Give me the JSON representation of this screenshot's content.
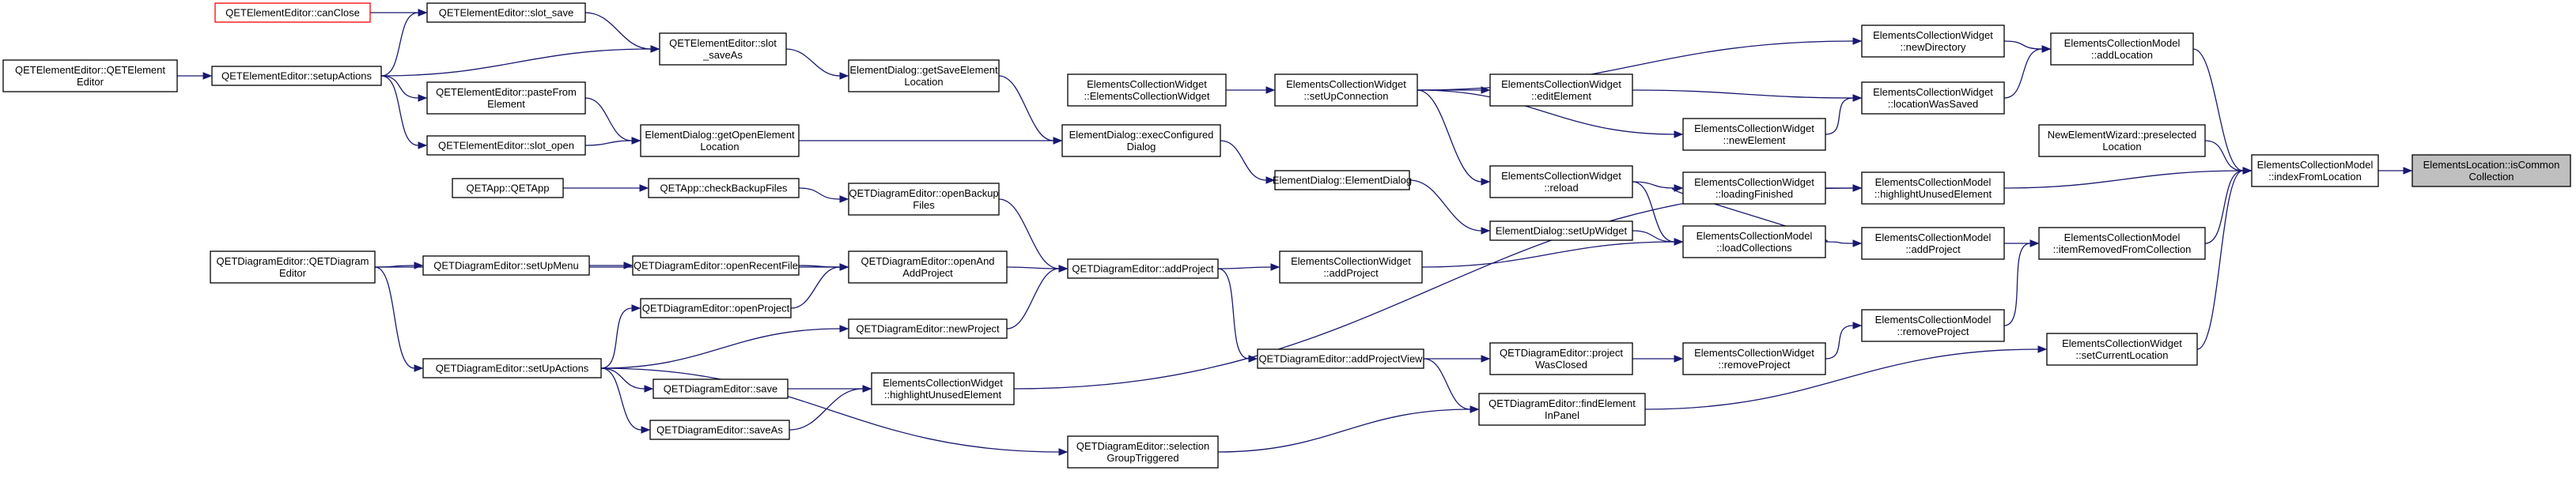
{
  "nodes": [
    {
      "id": "root",
      "lines": [
        "ElementsLocation::isCommon",
        "Collection"
      ]
    },
    {
      "id": "ecm_index",
      "lines": [
        "ElementsCollectionModel",
        "::indexFromLocation"
      ]
    },
    {
      "id": "ecm_addloc",
      "lines": [
        "ElementsCollectionModel",
        "::addLocation"
      ]
    },
    {
      "id": "new_wiz",
      "lines": [
        "NewElementWizard::preselected",
        "Location"
      ]
    },
    {
      "id": "ecm_highlight",
      "lines": [
        "ElementsCollectionModel",
        "::highlightUnusedElement"
      ]
    },
    {
      "id": "ecm_itemremoved",
      "lines": [
        "ElementsCollectionModel",
        "::itemRemovedFromCollection"
      ]
    },
    {
      "id": "ecw_setcurrent",
      "lines": [
        "ElementsCollectionWidget",
        "::setCurrentLocation"
      ]
    },
    {
      "id": "ecw_newdir",
      "lines": [
        "ElementsCollectionWidget",
        "::newDirectory"
      ]
    },
    {
      "id": "ecw_locsaved",
      "lines": [
        "ElementsCollectionWidget",
        "::locationWasSaved"
      ]
    },
    {
      "id": "ecw_loadfinished",
      "lines": [
        "ElementsCollectionWidget",
        "::loadingFinished"
      ]
    },
    {
      "id": "ecm_addproject",
      "lines": [
        "ElementsCollectionModel",
        "::addProject"
      ]
    },
    {
      "id": "ecm_removeproject",
      "lines": [
        "ElementsCollectionModel",
        "::removeProject"
      ]
    },
    {
      "id": "ecw_editelem",
      "lines": [
        "ElementsCollectionWidget",
        "::editElement"
      ]
    },
    {
      "id": "ecw_newelem",
      "lines": [
        "ElementsCollectionWidget",
        "::newElement"
      ]
    },
    {
      "id": "ecw_reload",
      "lines": [
        "ElementsCollectionWidget",
        "::reload"
      ]
    },
    {
      "id": "ecm_loadcoll",
      "lines": [
        "ElementsCollectionModel",
        "::loadCollections"
      ]
    },
    {
      "id": "ecw_removeproject",
      "lines": [
        "ElementsCollectionWidget",
        "::removeProject"
      ]
    },
    {
      "id": "ecw_setupconn",
      "lines": [
        "ElementsCollectionWidget",
        "::setUpConnection"
      ]
    },
    {
      "id": "ed_elemdialog",
      "lines": [
        "ElementDialog::ElementDialog"
      ]
    },
    {
      "id": "ed_setupwidget",
      "lines": [
        "ElementDialog::setUpWidget"
      ]
    },
    {
      "id": "ecw_addproject",
      "lines": [
        "ElementsCollectionWidget",
        "::addProject"
      ]
    },
    {
      "id": "qde_projclosed",
      "lines": [
        "QETDiagramEditor::project",
        "WasClosed"
      ]
    },
    {
      "id": "qde_findelem",
      "lines": [
        "QETDiagramEditor::findElement",
        "InPanel"
      ]
    },
    {
      "id": "ecw_ctor",
      "lines": [
        "ElementsCollectionWidget",
        "::ElementsCollectionWidget"
      ]
    },
    {
      "id": "ed_execdialog",
      "lines": [
        "ElementDialog::execConfigured",
        "Dialog"
      ]
    },
    {
      "id": "qde_addproject",
      "lines": [
        "QETDiagramEditor::addProject"
      ]
    },
    {
      "id": "qde_addprojview",
      "lines": [
        "QETDiagramEditor::addProjectView"
      ]
    },
    {
      "id": "qde_selgroup",
      "lines": [
        "QETDiagramEditor::selection",
        "GroupTriggered"
      ]
    },
    {
      "id": "ed_getsave",
      "lines": [
        "ElementDialog::getSaveElement",
        "Location"
      ]
    },
    {
      "id": "qde_openbackup",
      "lines": [
        "QETDiagramEditor::openBackup",
        "Files"
      ]
    },
    {
      "id": "qde_openand",
      "lines": [
        "QETDiagramEditor::openAnd",
        "AddProject"
      ]
    },
    {
      "id": "qde_newproject",
      "lines": [
        "QETDiagramEditor::newProject"
      ]
    },
    {
      "id": "ecw_highlight",
      "lines": [
        "ElementsCollectionWidget",
        "::highlightUnusedElement"
      ]
    },
    {
      "id": "qee_slotsaveas",
      "lines": [
        "QETElementEditor::slot",
        "_saveAs"
      ]
    },
    {
      "id": "ed_getopen",
      "lines": [
        "ElementDialog::getOpenElement",
        "Location"
      ]
    },
    {
      "id": "qetapp_checkbackup",
      "lines": [
        "QETApp::checkBackupFiles"
      ]
    },
    {
      "id": "qde_openrecent",
      "lines": [
        "QETDiagramEditor::openRecentFile"
      ]
    },
    {
      "id": "qde_openproject",
      "lines": [
        "QETDiagramEditor::openProject"
      ]
    },
    {
      "id": "qde_save",
      "lines": [
        "QETDiagramEditor::save"
      ]
    },
    {
      "id": "qde_saveas",
      "lines": [
        "QETDiagramEditor::saveAs"
      ]
    },
    {
      "id": "qee_slotsave",
      "lines": [
        "QETElementEditor::slot_save"
      ]
    },
    {
      "id": "qee_pastefrom",
      "lines": [
        "QETElementEditor::pasteFrom",
        "Element"
      ]
    },
    {
      "id": "qee_slotopen",
      "lines": [
        "QETElementEditor::slot_open"
      ]
    },
    {
      "id": "qetapp_ctor",
      "lines": [
        "QETApp::QETApp"
      ]
    },
    {
      "id": "qde_setupmenu",
      "lines": [
        "QETDiagramEditor::setUpMenu"
      ]
    },
    {
      "id": "qee_canclose",
      "lines": [
        "QETElementEditor::canClose"
      ]
    },
    {
      "id": "qee_setupactions",
      "lines": [
        "QETElementEditor::setupActions"
      ]
    },
    {
      "id": "qde_setupactions",
      "lines": [
        "QETDiagramEditor::setUpActions"
      ]
    },
    {
      "id": "qee_ctor",
      "lines": [
        "QETElementEditor::QETElement",
        "Editor"
      ]
    },
    {
      "id": "qde_ctor",
      "lines": [
        "QETDiagramEditor::QETDiagram",
        "Editor"
      ]
    }
  ],
  "edges": [
    [
      "ecm_index",
      "root"
    ],
    [
      "ecm_addloc",
      "ecm_index"
    ],
    [
      "new_wiz",
      "ecm_index"
    ],
    [
      "ecm_highlight",
      "ecm_index"
    ],
    [
      "ecm_itemremoved",
      "ecm_index"
    ],
    [
      "ecw_setcurrent",
      "ecm_index"
    ],
    [
      "ecw_newdir",
      "ecm_addloc"
    ],
    [
      "ecw_locsaved",
      "ecm_addloc"
    ],
    [
      "ecw_loadfinished",
      "ecm_highlight"
    ],
    [
      "ecm_addproject",
      "ecm_itemremoved"
    ],
    [
      "ecm_removeproject",
      "ecm_itemremoved"
    ],
    [
      "ecw_editelem",
      "ecw_locsaved"
    ],
    [
      "ecw_newelem",
      "ecw_locsaved"
    ],
    [
      "ecw_reload",
      "ecw_loadfinished"
    ],
    [
      "ecm_loadcoll",
      "ecw_loadfinished"
    ],
    [
      "ecm_loadcoll",
      "ecm_addproject"
    ],
    [
      "ecw_removeproject",
      "ecm_removeproject"
    ],
    [
      "ecw_setupconn",
      "ecw_newdir"
    ],
    [
      "ecw_setupconn",
      "ecw_editelem"
    ],
    [
      "ecw_setupconn",
      "ecw_newelem"
    ],
    [
      "ecw_setupconn",
      "ecw_reload"
    ],
    [
      "ecw_reload",
      "ecm_loadcoll"
    ],
    [
      "ed_setupwidget",
      "ecm_loadcoll"
    ],
    [
      "ecw_addproject",
      "ecm_loadcoll"
    ],
    [
      "qde_projclosed",
      "ecw_removeproject"
    ],
    [
      "qde_findelem",
      "ecw_setcurrent"
    ],
    [
      "ecw_ctor",
      "ecw_setupconn"
    ],
    [
      "ed_elemdialog",
      "ed_setupwidget"
    ],
    [
      "ed_execdialog",
      "ed_elemdialog"
    ],
    [
      "qde_addproject",
      "ecw_addproject"
    ],
    [
      "qde_addprojview",
      "qde_projclosed"
    ],
    [
      "qde_addprojview",
      "qde_findelem"
    ],
    [
      "qde_selgroup",
      "qde_findelem"
    ],
    [
      "ed_getsave",
      "ed_execdialog"
    ],
    [
      "ed_getopen",
      "ed_execdialog"
    ],
    [
      "qde_openbackup",
      "qde_addproject"
    ],
    [
      "qde_openand",
      "qde_addproject"
    ],
    [
      "qde_newproject",
      "qde_addproject"
    ],
    [
      "qde_addproject",
      "qde_addprojview"
    ],
    [
      "ecw_highlight",
      "ecm_highlight"
    ],
    [
      "qee_slotsaveas",
      "ed_getsave"
    ],
    [
      "qee_pastefrom",
      "ed_getopen"
    ],
    [
      "qee_slotopen",
      "ed_getopen"
    ],
    [
      "qee_slotsave",
      "qee_slotsaveas"
    ],
    [
      "qee_canclose",
      "qee_slotsave"
    ],
    [
      "qetapp_checkbackup",
      "qde_openbackup"
    ],
    [
      "qetapp_ctor",
      "qetapp_checkbackup"
    ],
    [
      "qde_openrecent",
      "qde_openand"
    ],
    [
      "qde_openproject",
      "qde_openand"
    ],
    [
      "qde_setupmenu",
      "qde_openrecent"
    ],
    [
      "qde_setupactions",
      "qde_openproject"
    ],
    [
      "qde_setupactions",
      "qde_newproject"
    ],
    [
      "qde_setupactions",
      "qde_save"
    ],
    [
      "qde_setupactions",
      "qde_saveas"
    ],
    [
      "qde_save",
      "ecw_highlight"
    ],
    [
      "qde_saveas",
      "ecw_highlight"
    ],
    [
      "qde_setupactions",
      "qde_selgroup"
    ],
    [
      "qee_setupactions",
      "qee_slotsave"
    ],
    [
      "qee_setupactions",
      "qee_slotsaveas"
    ],
    [
      "qee_setupactions",
      "qee_pastefrom"
    ],
    [
      "qee_setupactions",
      "qee_slotopen"
    ],
    [
      "qee_ctor",
      "qee_setupactions"
    ],
    [
      "qde_ctor",
      "qde_setupmenu"
    ],
    [
      "qde_ctor",
      "qde_openand"
    ],
    [
      "qde_ctor",
      "qde_setupactions"
    ]
  ]
}
